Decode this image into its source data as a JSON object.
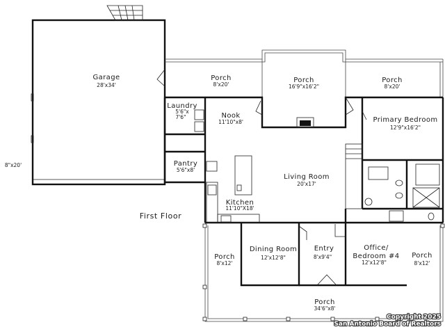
{
  "floor_label": "First Floor",
  "left_edge_dim": "8\"x20'",
  "watermark": {
    "copyright": "Copyright 2025",
    "source": "San Antonio Board of Realtors"
  },
  "rooms": {
    "garage": {
      "name": "Garage",
      "dim": "28'x34'"
    },
    "porch_west": {
      "name": "Porch",
      "dim": "8'x20'"
    },
    "porch_center": {
      "name": "Porch",
      "dim": "16'9\"x16'2\""
    },
    "porch_east": {
      "name": "Porch",
      "dim": "8'x20'"
    },
    "laundry": {
      "name": "Laundry",
      "dim1": "5'6\"x",
      "dim2": "7'6\""
    },
    "nook": {
      "name": "Nook",
      "dim": "11'10\"x8'"
    },
    "primary_bedroom": {
      "name": "Primary Bedroom",
      "dim": "12'9\"x16'2\""
    },
    "pantry": {
      "name": "Pantry",
      "dim": "5'6\"x8'"
    },
    "living_room": {
      "name": "Living Room",
      "dim": "20'x17'"
    },
    "kitchen": {
      "name": "Kitchen",
      "dim": "11'10\"X18'"
    },
    "porch_front_left": {
      "name": "Porch",
      "dim": "8'x12'"
    },
    "dining_room": {
      "name": "Dining Room",
      "dim": "12'x12'8\""
    },
    "entry": {
      "name": "Entry",
      "dim": "8'x9'4\""
    },
    "office": {
      "name1": "Office/",
      "name2": "Bedroom #4",
      "dim": "12'x12'8\""
    },
    "porch_front_right": {
      "name": "Porch",
      "dim": "8'x12'"
    },
    "porch_front": {
      "name": "Porch",
      "dim": "34'6\"x8'"
    }
  }
}
